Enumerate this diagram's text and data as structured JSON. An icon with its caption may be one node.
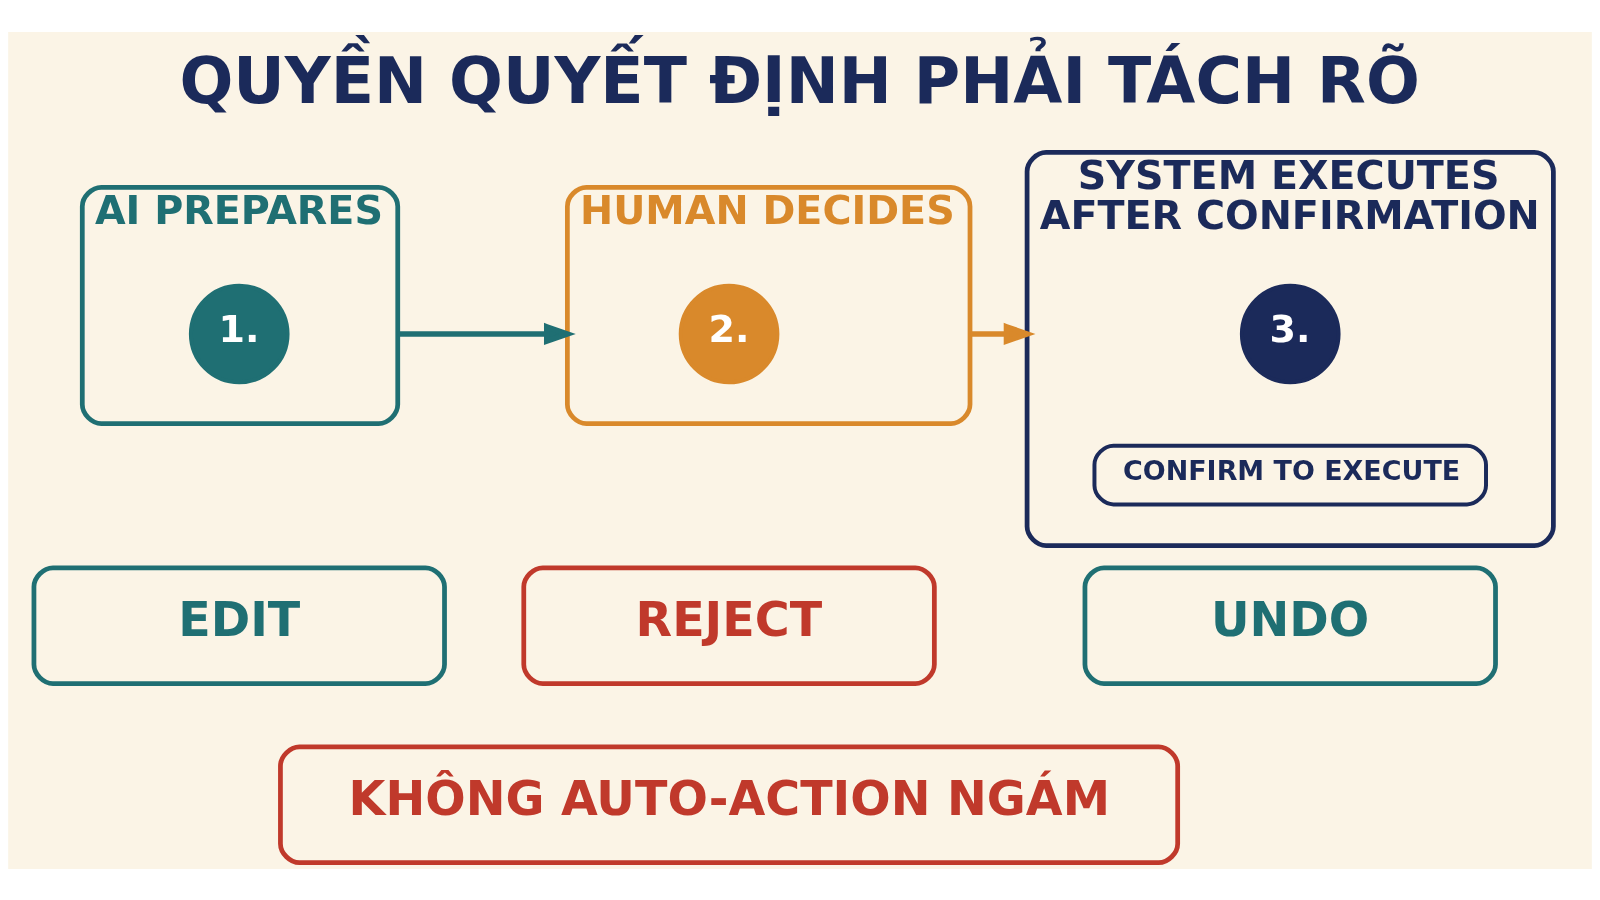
{
  "diagram": {
    "title": "QUYỀN QUYẾT ĐỊNH PHẢI TÁCH RÕ",
    "nodes": [
      {
        "text": [
          "AI PREPARES"
        ]
      },
      {
        "text": [
          "1."
        ],
        "in": 0
      },
      {
        "text": [
          "HUMAN DECIDES"
        ]
      },
      {
        "text": [
          "2."
        ],
        "in": 2
      },
      {
        "text": [
          "SYSTEM EXECUTES AFTER CONFIRMATION"
        ]
      },
      {
        "text": [
          "3."
        ],
        "in": 4
      },
      {
        "text": [
          "CONFIRM TO EXECUTE"
        ],
        "in": 4
      },
      {
        "text": [
          "EDIT"
        ]
      },
      {
        "text": [
          "REJECT"
        ]
      },
      {
        "text": [
          "UNDO"
        ]
      },
      {
        "text": [
          "KHÔNG AUTO-ACTION NGÁM"
        ]
      }
    ],
    "edges": [
      {
        "from": 0,
        "to": 2,
        "arrow": "to",
        "color": "#1f6f73"
      },
      {
        "from": 2,
        "to": 4,
        "arrow": "to",
        "color": "#d9892b"
      }
    ]
  }
}
